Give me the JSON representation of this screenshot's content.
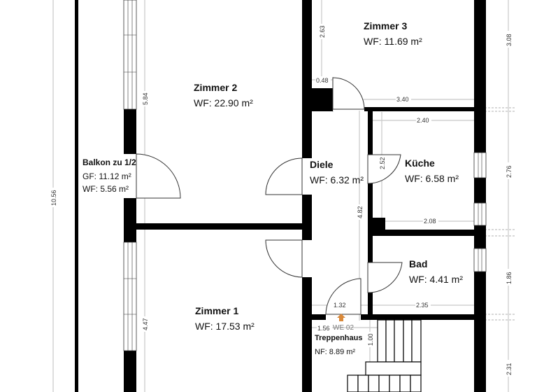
{
  "plan": {
    "unit_label": "WE 02",
    "arrow_color": "#d9893a",
    "rooms": [
      {
        "name": "Zimmer 3",
        "area": "WF: 11.69 m²"
      },
      {
        "name": "Zimmer 2",
        "area": "WF: 22.90 m²"
      },
      {
        "name": "Balkon zu 1/2",
        "area_gf": "GF: 11.12 m²",
        "area": "WF: 5.56 m²"
      },
      {
        "name": "Diele",
        "area": "WF: 6.32 m²"
      },
      {
        "name": "Küche",
        "area": "WF: 6.58 m²"
      },
      {
        "name": "Bad",
        "area": "WF: 4.41 m²"
      },
      {
        "name": "Zimmer 1",
        "area": "WF: 17.53 m²"
      },
      {
        "name": "Treppenhaus",
        "area": "NF: 8.89 m²"
      }
    ],
    "dimensions": {
      "total_height": "10.56",
      "left_upper": "5.84",
      "left_lower": "4.47",
      "diele_top": "2.63",
      "wall_stub": "0.48",
      "zimmer3_width": "3.40",
      "kueche_width_top": "2.40",
      "kueche_depth": "2.52",
      "kueche_width_bottom": "2.08",
      "diele_length": "4.82",
      "bad_width": "2.35",
      "stair_door": "1.32",
      "stair_landing": "1.56",
      "stair_step": "1.00",
      "right_top": "3.08",
      "right_kueche": "2.76",
      "right_bad": "1.86",
      "right_bottom": "2.31"
    }
  }
}
